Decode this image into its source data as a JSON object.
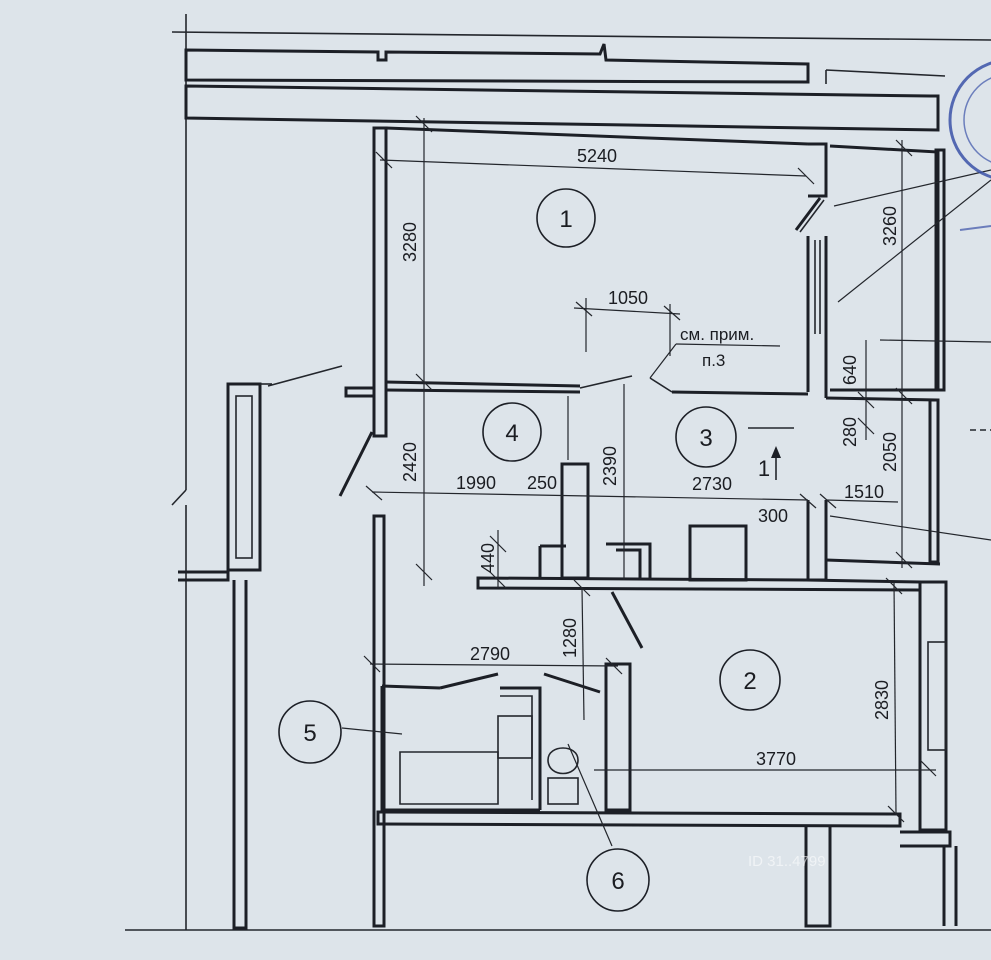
{
  "rooms": [
    {
      "id": "room-1",
      "label": "1"
    },
    {
      "id": "room-2",
      "label": "2"
    },
    {
      "id": "room-3",
      "label": "3"
    },
    {
      "id": "room-4",
      "label": "4"
    },
    {
      "id": "room-5",
      "label": "5"
    },
    {
      "id": "room-6",
      "label": "6"
    }
  ],
  "dimensions": {
    "d5240": "5240",
    "d3280": "3280",
    "d3260": "3260",
    "d1050": "1050",
    "d640": "640",
    "d280": "280",
    "d2050": "2050",
    "d2420": "2420",
    "d1990": "1990",
    "d250": "250",
    "d2390": "2390",
    "d2730": "2730",
    "d300": "300",
    "d1510": "1510",
    "d440": "440",
    "d1280": "1280",
    "d2790": "2790",
    "d2830": "2830",
    "d3770": "3770"
  },
  "note": {
    "line1": "см. прим.",
    "line2": "п.3"
  },
  "entrance_arrow": "1",
  "stamp_text": "",
  "watermark": "ID 31..4799",
  "colors": {
    "paper": "#dde4ea",
    "ink": "#1c1f26",
    "stamp": "#3b52a8"
  }
}
